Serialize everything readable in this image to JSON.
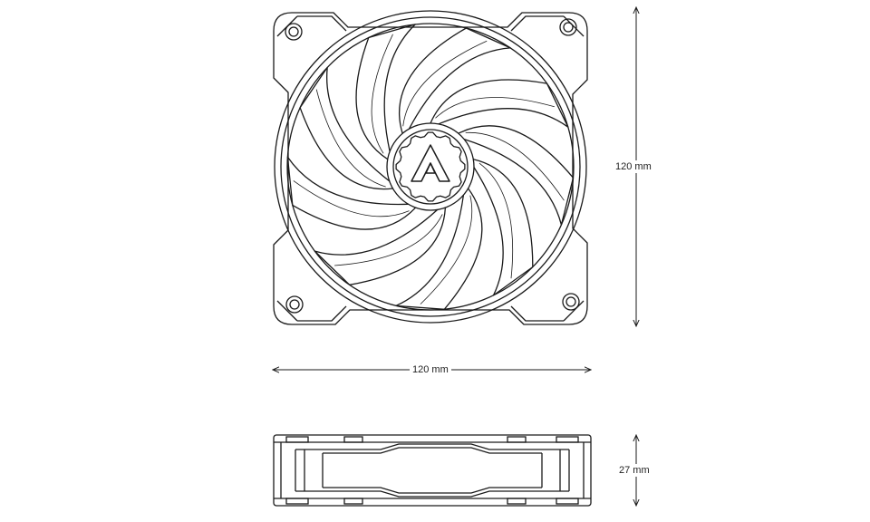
{
  "dimensions": {
    "height": "120 mm",
    "width": "120 mm",
    "depth": "27 mm"
  },
  "colors": {
    "line": "#1a1a1a",
    "background": "#ffffff"
  },
  "views": {
    "front": {
      "blade_count": 9,
      "logo_icon": "arctic-a-logo-icon"
    },
    "side": {}
  }
}
